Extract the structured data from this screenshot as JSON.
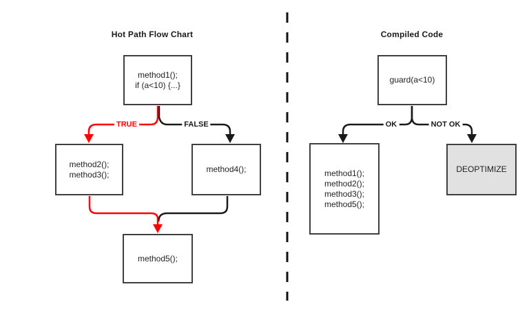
{
  "left_panel": {
    "title": "Hot Path Flow Chart",
    "nodes": {
      "method1": {
        "text": "method1();\nif (a<10) {...}"
      },
      "method23": {
        "text": "method2();\nmethod3();"
      },
      "method4": {
        "text": "method4();"
      },
      "method5": {
        "text": "method5();"
      }
    },
    "edges": {
      "true_label": "TRUE",
      "false_label": "FALSE"
    }
  },
  "right_panel": {
    "title": "Compiled Code",
    "nodes": {
      "guard": {
        "text": "guard(a<10)"
      },
      "hot_path": {
        "text": "method1();\nmethod2();\nmethod3();\nmethod5();"
      },
      "deoptimize": {
        "text": "DEOPTIMIZE"
      }
    },
    "edges": {
      "ok_label": "OK",
      "not_ok_label": "NOT OK"
    }
  },
  "colors": {
    "background": "#ffffff",
    "hot_path_accent": "#ff0000",
    "line": "#1a1a1a",
    "box_border": "#3f3f3f",
    "deoptimize_fill": "#e1e1e1"
  }
}
